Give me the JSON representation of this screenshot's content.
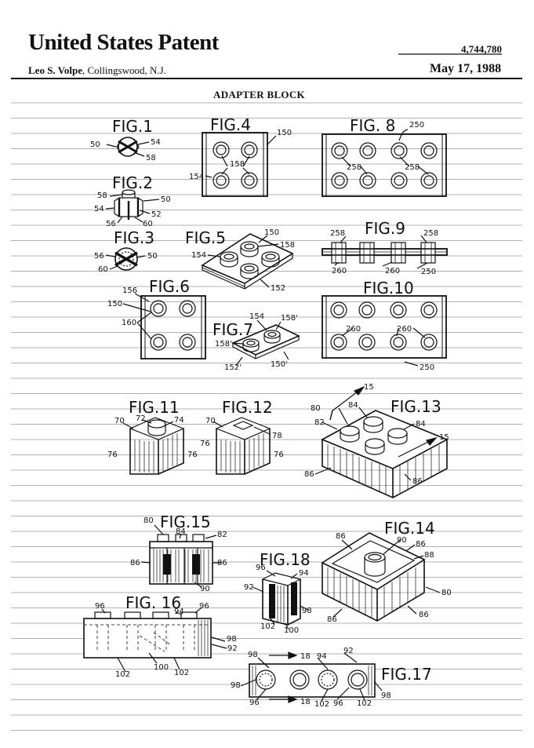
{
  "header": {
    "title": "United States Patent",
    "patent_number": "4,744,780",
    "inventor_name": "Leo S. Volpe",
    "inventor_location": ", Collingswood, N.J.",
    "date": "May 17, 1988",
    "invention_title": "ADAPTER BLOCK"
  },
  "figures": {
    "fig1": "FIG.1",
    "fig2": "FIG.2",
    "fig3": "FIG.3",
    "fig4": "FIG.4",
    "fig5": "FIG.5",
    "fig6": "FIG.6",
    "fig7": "FIG.7",
    "fig8": "FIG. 8",
    "fig9": "FIG.9",
    "fig10": "FIG.10",
    "fig11": "FIG.11",
    "fig12": "FIG.12",
    "fig13": "FIG.13",
    "fig14": "FIG.14",
    "fig15": "FIG.15",
    "fig16": "FIG. 16",
    "fig17": "FIG.17",
    "fig18": "FIG.18"
  },
  "reference_numerals": {
    "f1": [
      "50",
      "54",
      "58"
    ],
    "f2": [
      "58",
      "50",
      "54",
      "52",
      "56",
      "60"
    ],
    "f3": [
      "56",
      "50",
      "60"
    ],
    "f4": [
      "150",
      "158",
      "154"
    ],
    "f5": [
      "150",
      "158",
      "154",
      "152"
    ],
    "f6": [
      "156",
      "150",
      "160"
    ],
    "f7": [
      "154",
      "158'",
      "158'",
      "152'",
      "150'"
    ],
    "f8": [
      "250",
      "258",
      "258"
    ],
    "f9": [
      "258",
      "258",
      "260",
      "260",
      "250"
    ],
    "f10": [
      "260",
      "260",
      "250"
    ],
    "f11": [
      "70",
      "72",
      "74",
      "76",
      "76"
    ],
    "f12": [
      "70",
      "78",
      "76",
      "76"
    ],
    "f13": [
      "15",
      "80",
      "84",
      "82",
      "84",
      "15",
      "86",
      "86"
    ],
    "f14": [
      "86",
      "90",
      "86",
      "88",
      "80",
      "86",
      "86"
    ],
    "f15": [
      "80",
      "84",
      "82",
      "86",
      "86",
      "90"
    ],
    "f16": [
      "96",
      "94",
      "96",
      "92",
      "98",
      "100",
      "102",
      "102"
    ],
    "f17": [
      "98",
      "18",
      "94",
      "92",
      "98",
      "96",
      "18",
      "102",
      "96",
      "102",
      "98"
    ],
    "f18": [
      "96",
      "94",
      "92",
      "98",
      "102",
      "100"
    ]
  },
  "colors": {
    "ink": "#111111",
    "paper": "#ffffff",
    "rule": "#9a9a9a"
  }
}
